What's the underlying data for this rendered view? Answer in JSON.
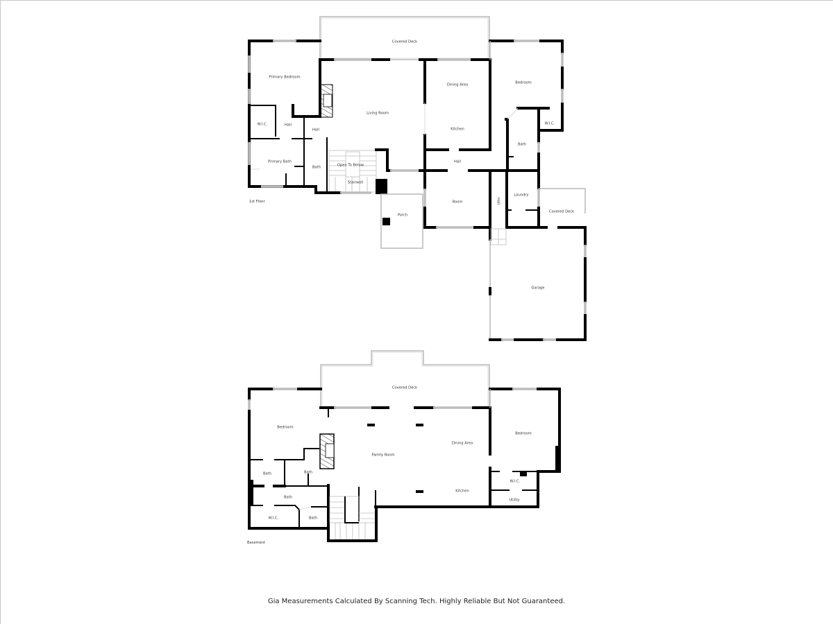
{
  "floors": [
    {
      "name": "1st Floor",
      "rooms": {
        "covered_deck": "Covered Deck",
        "primary_bedroom": "Primary Bedroom",
        "living_room": "Living Room",
        "dining_area": "Dining Area",
        "kitchen": "Kitchen",
        "bedroom": "Bedroom",
        "wic_left": "W.I.C.",
        "hall_left": "Hall",
        "hall_mid": "Hall",
        "wic_right": "W.I.C.",
        "bath_right": "Bath",
        "primary_bath": "Primary Bath",
        "bath_mid": "Bath",
        "open_to_below": "Open To Below",
        "stairwell": "Stairwell",
        "hall_center": "Hall",
        "laundry": "Laundry",
        "room": "Room",
        "hall_vertical": "Hall",
        "covered_deck_small": "Covered Deck",
        "porch": "Porch",
        "garage": "Garage"
      }
    },
    {
      "name": "Basement",
      "rooms": {
        "covered_deck": "Covered Deck",
        "bedroom_left": "Bedroom",
        "family_room": "Family Room",
        "dining_area": "Dining Area",
        "bedroom_right": "Bedroom",
        "bath_1": "Bath",
        "bath_2": "Bath",
        "wic_right": "W.I.C.",
        "bath_3": "Bath",
        "kitchen": "Kitchen",
        "utility": "Utility",
        "wic_left": "W.I.C.",
        "bath_4": "Bath"
      }
    }
  ],
  "footer": {
    "disclaimer": "Gia Measurements Calculated By Scanning Tech. Highly Reliable But Not Guaranteed."
  }
}
